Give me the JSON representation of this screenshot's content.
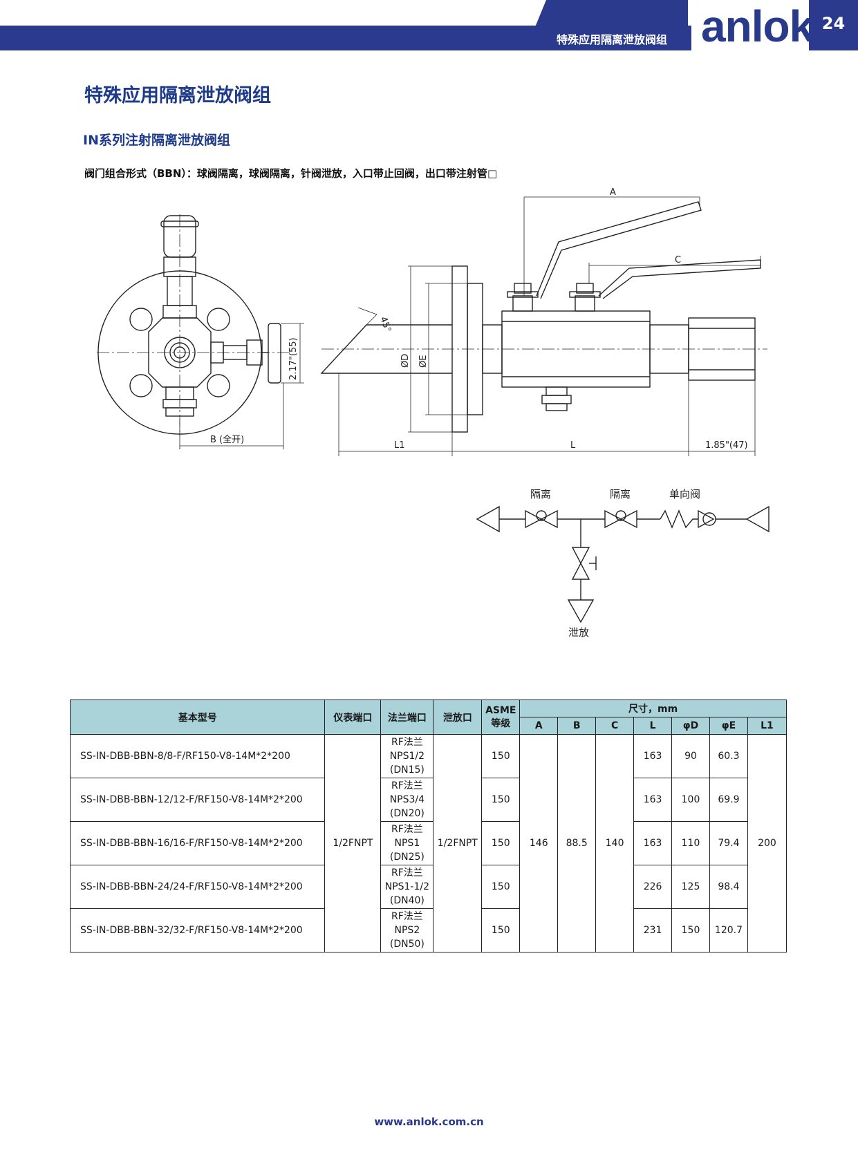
{
  "header": {
    "category": "特殊应用隔离泄放阀组",
    "logo": "anlok",
    "page_number": "24",
    "colors": {
      "navy": "#2b3a8c",
      "table_header": "#a9d2d9"
    }
  },
  "title": "特殊应用隔离泄放阀组",
  "subtitle": "IN系列注射隔离泄放阀组",
  "description": "阀门组合形式（BBN）：球阀隔离，球阀隔离，针阀泄放，入口带止回阀，出口带注射管",
  "drawing": {
    "dim_A": "A",
    "dim_B": "B (全开)",
    "dim_C": "C",
    "dim_L": "L",
    "dim_L1": "L1",
    "dim_height": "2.17\"(55)",
    "dim_outlet": "1.85\"(47)",
    "angle": "45°",
    "phi_D": "ØD",
    "phi_E": "ØE"
  },
  "schematic": {
    "isolate1": "隔离",
    "isolate2": "隔离",
    "check": "单向阀",
    "vent": "泄放"
  },
  "table": {
    "headers": {
      "model": "基本型号",
      "inst_port": "仪表端口",
      "flange_port": "法兰端口",
      "vent_port": "泄放口",
      "asme_1": "ASME",
      "asme_2": "等级",
      "dims": "尺寸，mm",
      "A": "A",
      "B": "B",
      "C": "C",
      "L": "L",
      "phiD": "φD",
      "phiE": "φE",
      "L1": "L1"
    },
    "shared": {
      "inst_port": "1/2FNPT",
      "vent_port": "1/2FNPT",
      "A": "146",
      "B": "88.5",
      "C": "140",
      "L1": "200"
    },
    "rows": [
      {
        "model": "SS-IN-DBB-BBN-8/8-F/RF150-V8-14M*2*200",
        "flange1": "RF法兰",
        "flange2": "NPS1/2",
        "flange3": "(DN15)",
        "asme": "150",
        "L": "163",
        "phiD": "90",
        "phiE": "60.3"
      },
      {
        "model": "SS-IN-DBB-BBN-12/12-F/RF150-V8-14M*2*200",
        "flange1": "RF法兰",
        "flange2": "NPS3/4",
        "flange3": "(DN20)",
        "asme": "150",
        "L": "163",
        "phiD": "100",
        "phiE": "69.9"
      },
      {
        "model": "SS-IN-DBB-BBN-16/16-F/RF150-V8-14M*2*200",
        "flange1": "RF法兰",
        "flange2": "NPS1",
        "flange3": "(DN25)",
        "asme": "150",
        "L": "163",
        "phiD": "110",
        "phiE": "79.4"
      },
      {
        "model": "SS-IN-DBB-BBN-24/24-F/RF150-V8-14M*2*200",
        "flange1": "RF法兰",
        "flange2": "NPS1-1/2",
        "flange3": "(DN40)",
        "asme": "150",
        "L": "226",
        "phiD": "125",
        "phiE": "98.4"
      },
      {
        "model": "SS-IN-DBB-BBN-32/32-F/RF150-V8-14M*2*200",
        "flange1": "RF法兰",
        "flange2": "NPS2",
        "flange3": "(DN50)",
        "asme": "150",
        "L": "231",
        "phiD": "150",
        "phiE": "120.7"
      }
    ]
  },
  "footer": "www.anlok.com.cn"
}
